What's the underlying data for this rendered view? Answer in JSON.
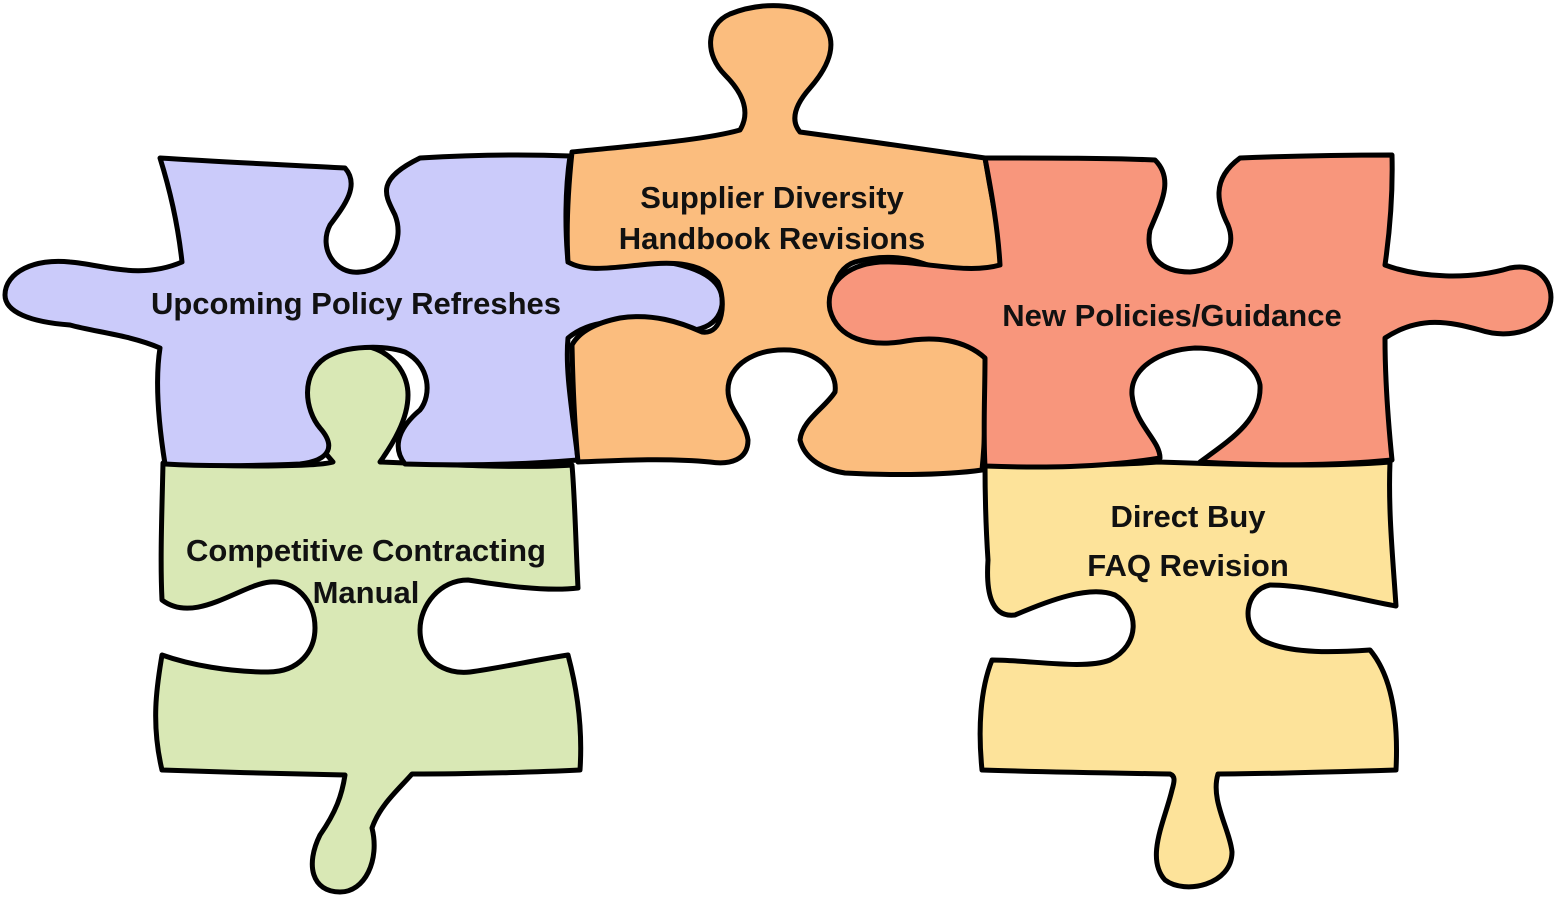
{
  "pieces": [
    {
      "id": "green",
      "color": "#d9e8b5",
      "lines": [
        "Competitive Contracting",
        "Manual"
      ]
    },
    {
      "id": "yellow",
      "color": "#fde39a",
      "lines": [
        "Direct Buy",
        "FAQ Revision"
      ]
    },
    {
      "id": "blue",
      "color": "#cbcbfa",
      "lines": [
        "Upcoming Policy Refreshes"
      ]
    },
    {
      "id": "orange",
      "color": "#fbbd7e",
      "lines": [
        "Supplier Diversity",
        "Handbook Revisions"
      ]
    },
    {
      "id": "red",
      "color": "#f8967c",
      "lines": [
        "New Policies/Guidance"
      ]
    }
  ]
}
